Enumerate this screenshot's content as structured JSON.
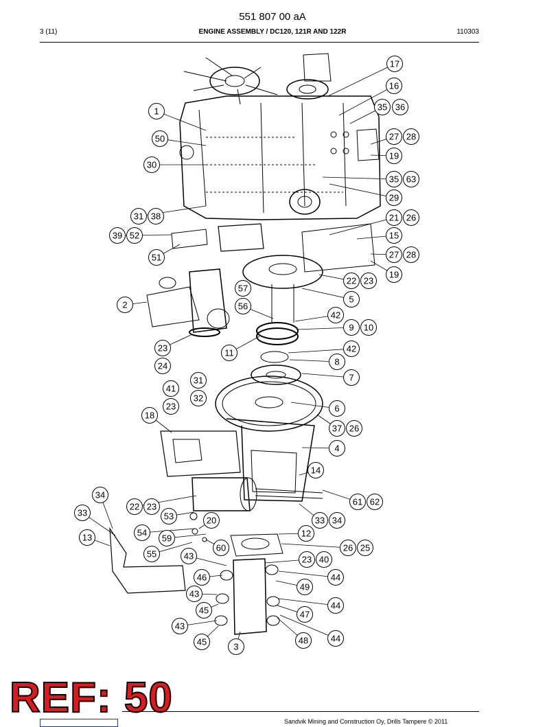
{
  "header": {
    "doc_number": "551 807 00 aA",
    "page": "3 (11)",
    "title": "ENGINE ASSEMBLY / DC120, 121R AND 122R",
    "code": "110303"
  },
  "stamp": "REF: 50",
  "footer": {
    "text": "Sandvik Mining and Construction Oy, Drills Tampere © 2011"
  },
  "callouts": [
    "17",
    "16",
    "35",
    "36",
    "1",
    "27",
    "28",
    "50",
    "19",
    "30",
    "35",
    "63",
    "29",
    "31",
    "38",
    "21",
    "26",
    "39",
    "52",
    "15",
    "51",
    "27",
    "28",
    "19",
    "22",
    "23",
    "57",
    "5",
    "2",
    "56",
    "42",
    "9",
    "10",
    "23",
    "42",
    "11",
    "24",
    "8",
    "31",
    "7",
    "41",
    "32",
    "23",
    "6",
    "18",
    "37",
    "26",
    "4",
    "14",
    "34",
    "22",
    "23",
    "61",
    "62",
    "33",
    "53",
    "20",
    "33",
    "34",
    "54",
    "59",
    "12",
    "13",
    "60",
    "26",
    "25",
    "55",
    "43",
    "23",
    "40",
    "46",
    "44",
    "49",
    "43",
    "44",
    "45",
    "47",
    "43",
    "45",
    "48",
    "44",
    "3"
  ]
}
